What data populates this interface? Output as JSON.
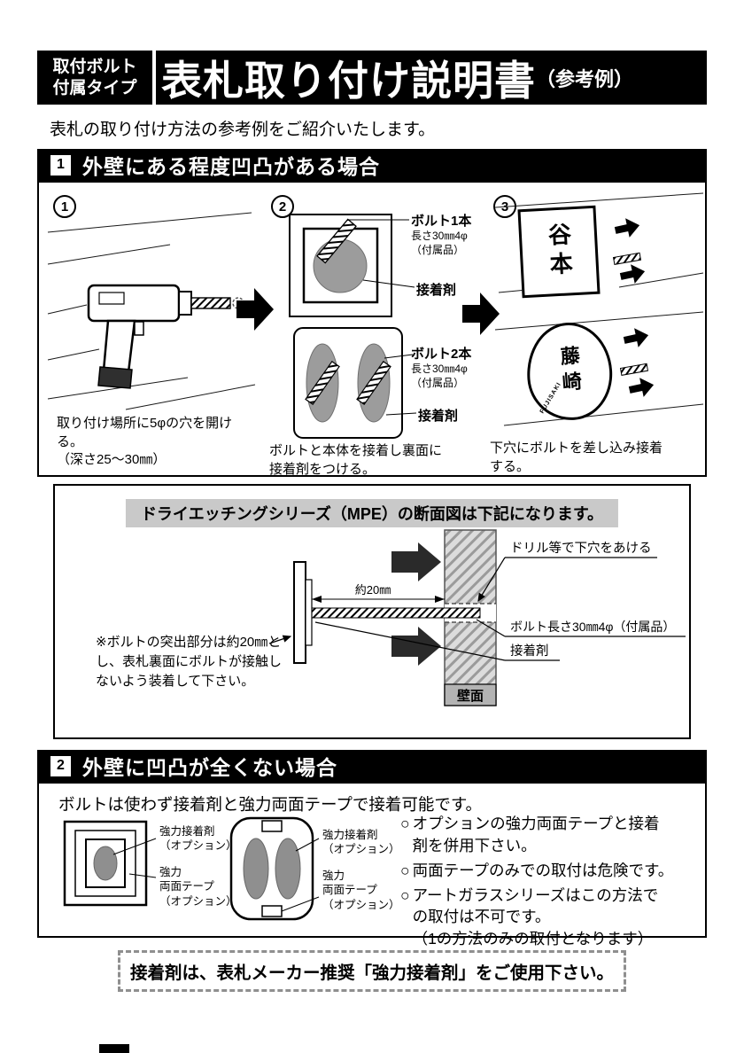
{
  "header": {
    "badge_line1": "取付ボルト",
    "badge_line2": "付属タイプ",
    "title": "表札取り付け説明書",
    "title_suffix": "（参考例）",
    "intro": "表札の取り付け方法の参考例をご紹介いたします。"
  },
  "section1": {
    "number": "1",
    "title": "外壁にある程度凹凸がある場合",
    "steps": [
      {
        "number": "1",
        "caption": "取り付け場所に5φの穴を開ける。\n（深さ25〜30㎜）"
      },
      {
        "number": "2",
        "bolt1_title": "ボルト1本",
        "bolt1_sub": "長さ30㎜4φ\n（付属品）",
        "glue1": "接着剤",
        "bolt2_title": "ボルト2本",
        "bolt2_sub": "長さ30㎜4φ\n（付属品）",
        "glue2": "接着剤",
        "caption": "ボルトと本体を接着し裏面に\n接着剤をつける。"
      },
      {
        "number": "3",
        "plate1_name": "谷本",
        "plate2_name": "藤崎",
        "plate2_roman": "FUJISAKI",
        "caption": "下穴にボルトを差し込み接着\nする。"
      }
    ]
  },
  "cross": {
    "title": "ドライエッチングシリーズ（MPE）の断面図は下記になります。",
    "label_drill": "ドリル等で下穴をあける",
    "label_dim": "約20㎜",
    "label_bolt": "ボルト長さ30㎜4φ（付属品）",
    "label_glue": "接着剤",
    "label_wall": "壁面",
    "note": "※ボルトの突出部分は約20㎜と\nし、表札裏面にボルトが接触し\nないよう装着して下さい。"
  },
  "section2": {
    "number": "2",
    "title": "外壁に凹凸が全くない場合",
    "intro": "ボルトは使わず接着剤と強力両面テープで接着可能です。",
    "diagram_a": {
      "label_glue": "強力接着剤\n（オプション）",
      "label_tape": "強力\n両面テープ\n（オプション）"
    },
    "diagram_b": {
      "label_glue": "強力接着剤\n（オプション）",
      "label_tape": "強力\n両面テープ\n（オプション）"
    },
    "bullets": [
      {
        "marker": "○",
        "text": "オプションの強力両面テープと接着\n剤を併用下さい。"
      },
      {
        "marker": "○",
        "text": "両面テープのみでの取付は危険です。"
      },
      {
        "marker": "○",
        "text": "アートガラスシリーズはこの方法で\nの取付は不可です。\n（1の方法のみの取付となります）"
      }
    ]
  },
  "footer": {
    "note": "接着剤は、表札メーカー推奨「強力接着剤」をご使用下さい。"
  },
  "colors": {
    "ink": "#000000",
    "plate_gray": "#9c9c9c",
    "wall_gray": "#dcdcdc"
  }
}
